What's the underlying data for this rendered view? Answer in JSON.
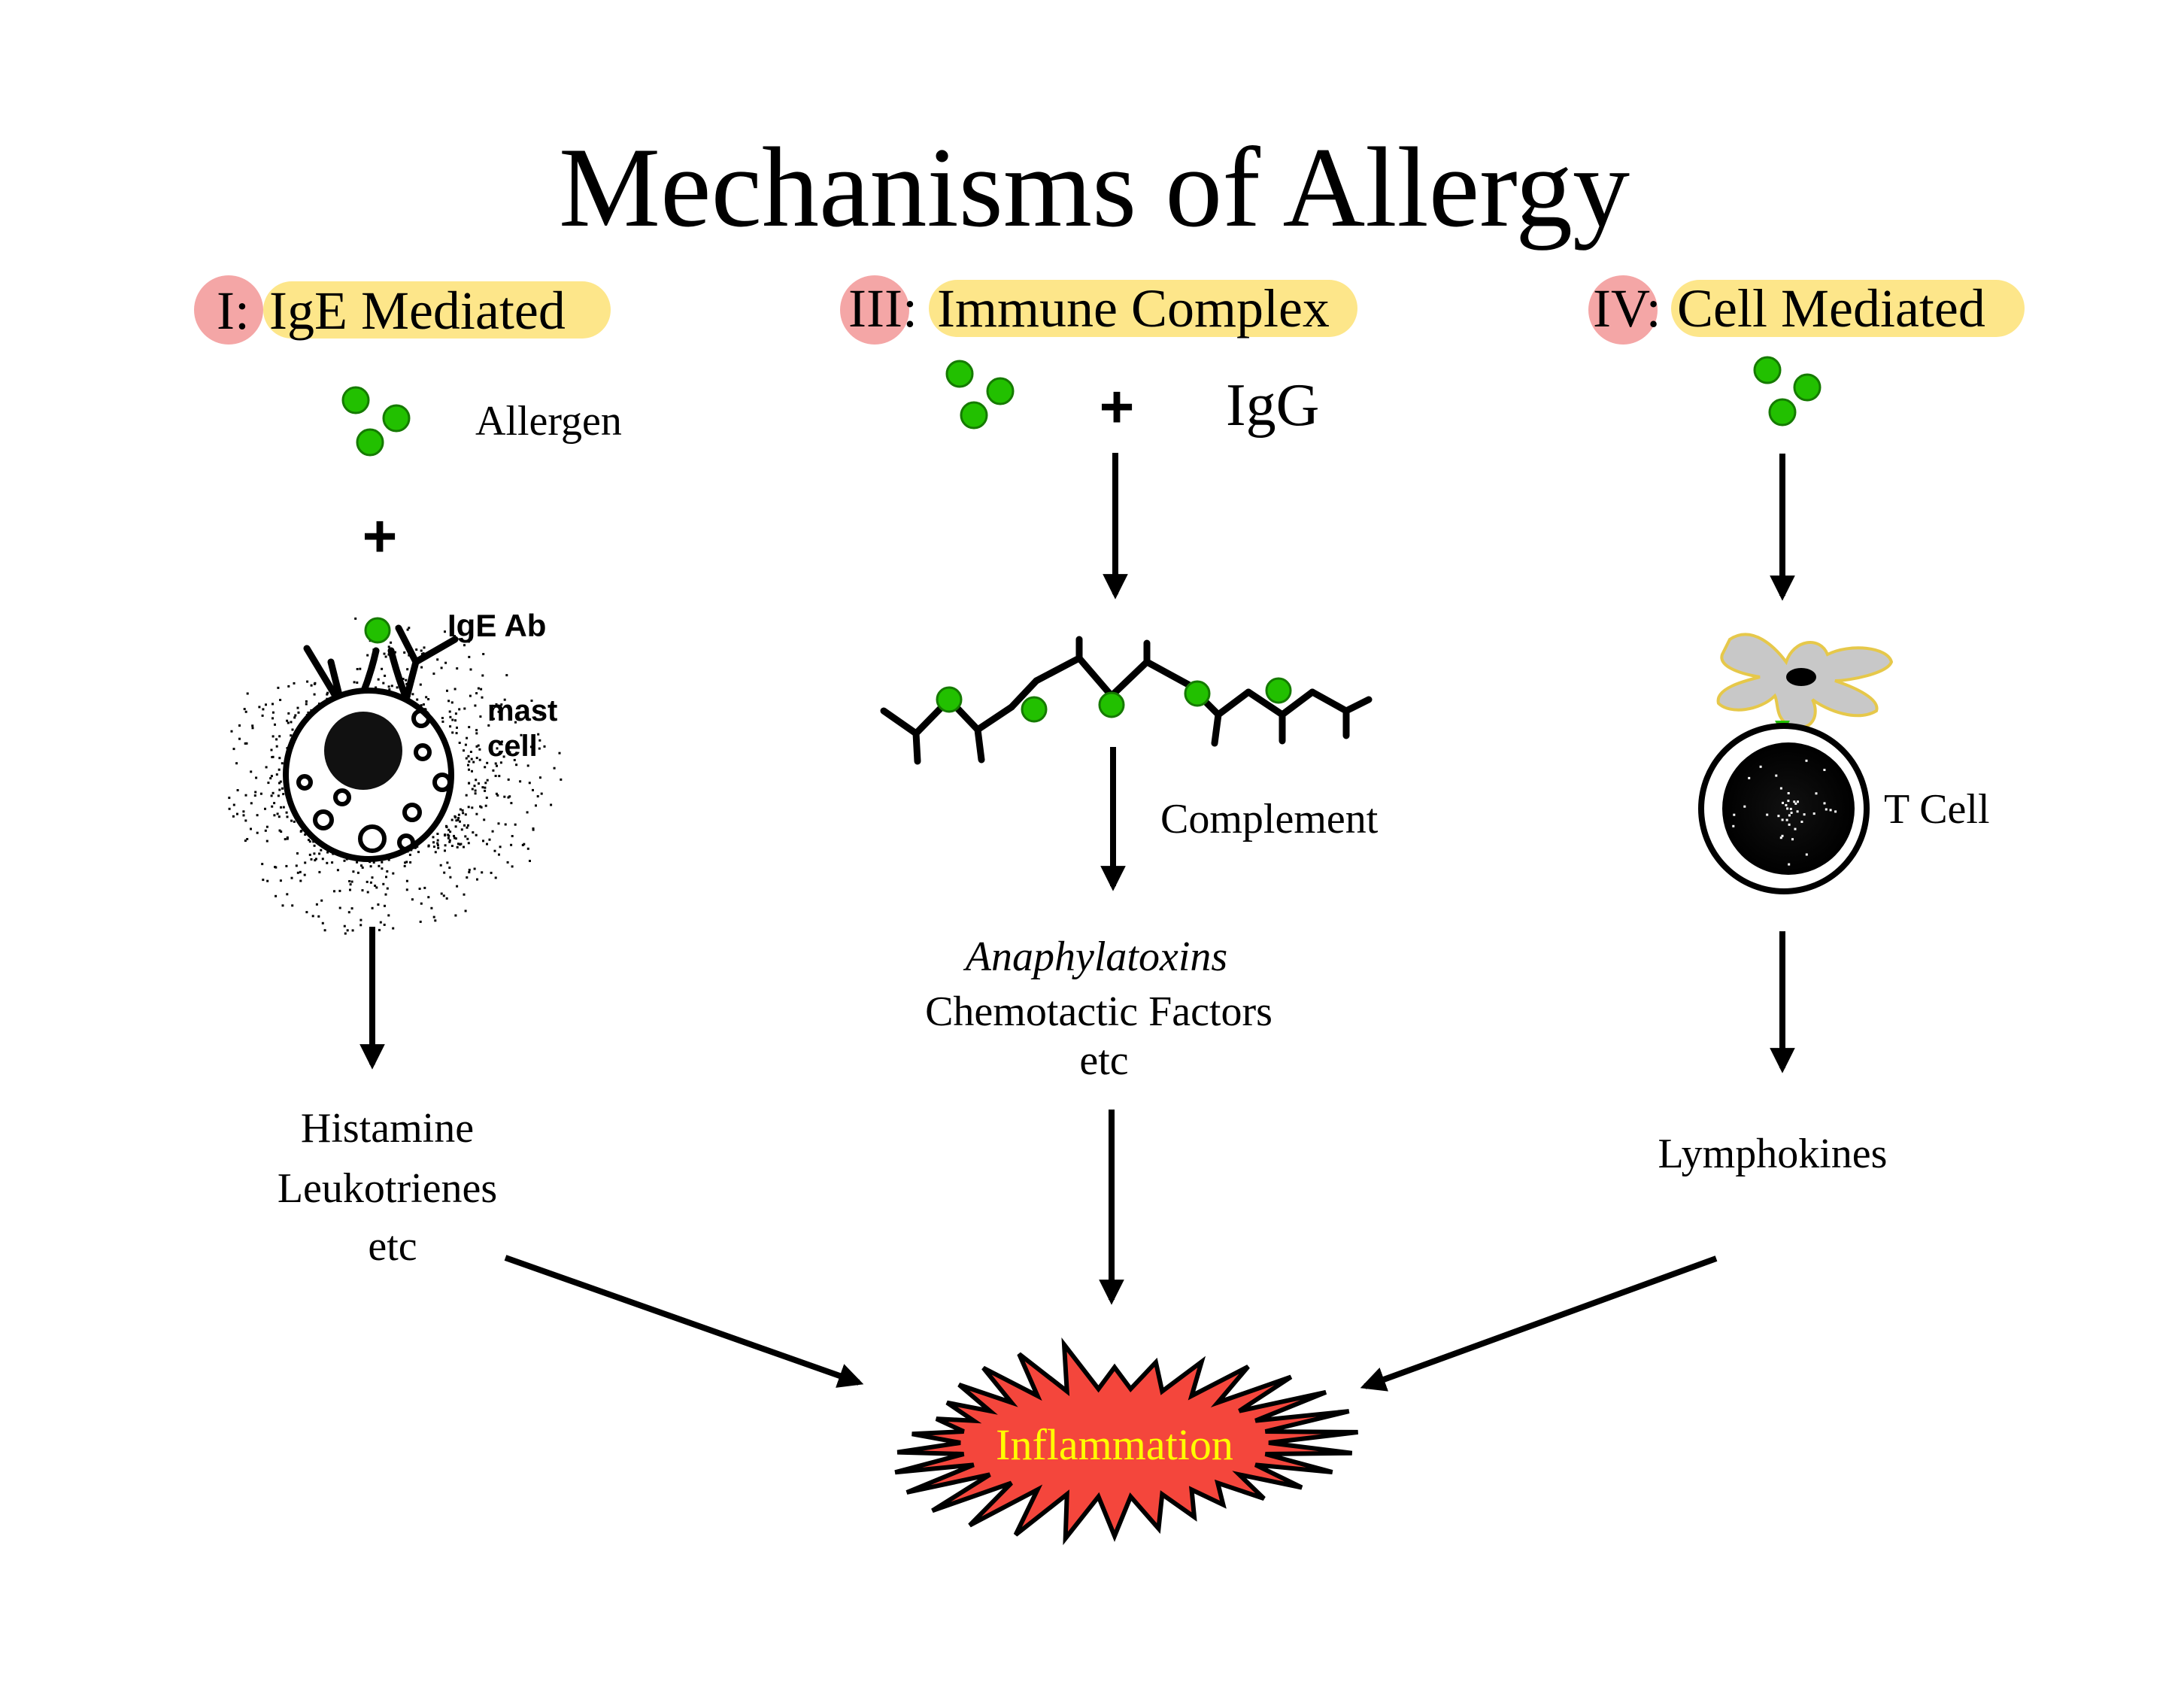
{
  "title": "Mechanisms of Allergy",
  "colors": {
    "pink_circle": "#f4a6a6",
    "yellow_pill": "#fde68a",
    "allergen_green": "#22c000",
    "burst_fill": "#f4463c",
    "burst_text": "#ffff00"
  },
  "columns": {
    "type1": {
      "numeral": "I",
      "sep": ":",
      "name": "IgE Mediated",
      "allergen_label": "Allergen",
      "plus": "+",
      "ige_label": "IgE Ab",
      "mast_label_1": "mast",
      "mast_label_2": "cell",
      "products": [
        "Histamine",
        "Leukotrienes",
        "etc"
      ]
    },
    "type3": {
      "numeral": "III",
      "sep": ":",
      "name": "Immune Complex",
      "plus": "+",
      "igg_label": "IgG",
      "complement_label": "Complement",
      "products_italic": "Anaphylatoxins",
      "products": [
        "Chemotactic Factors",
        "etc"
      ]
    },
    "type4": {
      "numeral": "IV",
      "sep": ":",
      "name": "Cell Mediated",
      "tcell_label": "T Cell",
      "products": [
        "Lymphokines"
      ]
    }
  },
  "outcome": "Inflammation"
}
